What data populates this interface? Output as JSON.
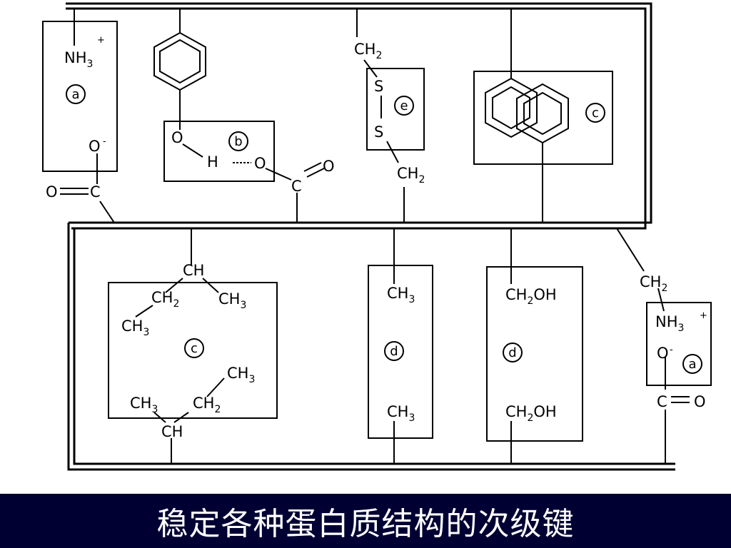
{
  "caption": "稳定各种蛋白质结构的次级键",
  "colors": {
    "caption_bar": "#000033",
    "caption_text": "#ffffff",
    "lines": "#000000"
  },
  "labels": {
    "a": "a",
    "b": "b",
    "c": "c",
    "d": "d",
    "e": "e"
  },
  "chem": {
    "NH": "NH",
    "sub3": "3",
    "plus": "+",
    "minus": "-",
    "O": "O",
    "C": "C",
    "H": "H",
    "S": "S",
    "CH": "CH",
    "CH2_main": "CH",
    "sub2": "2",
    "OH": "OH"
  }
}
